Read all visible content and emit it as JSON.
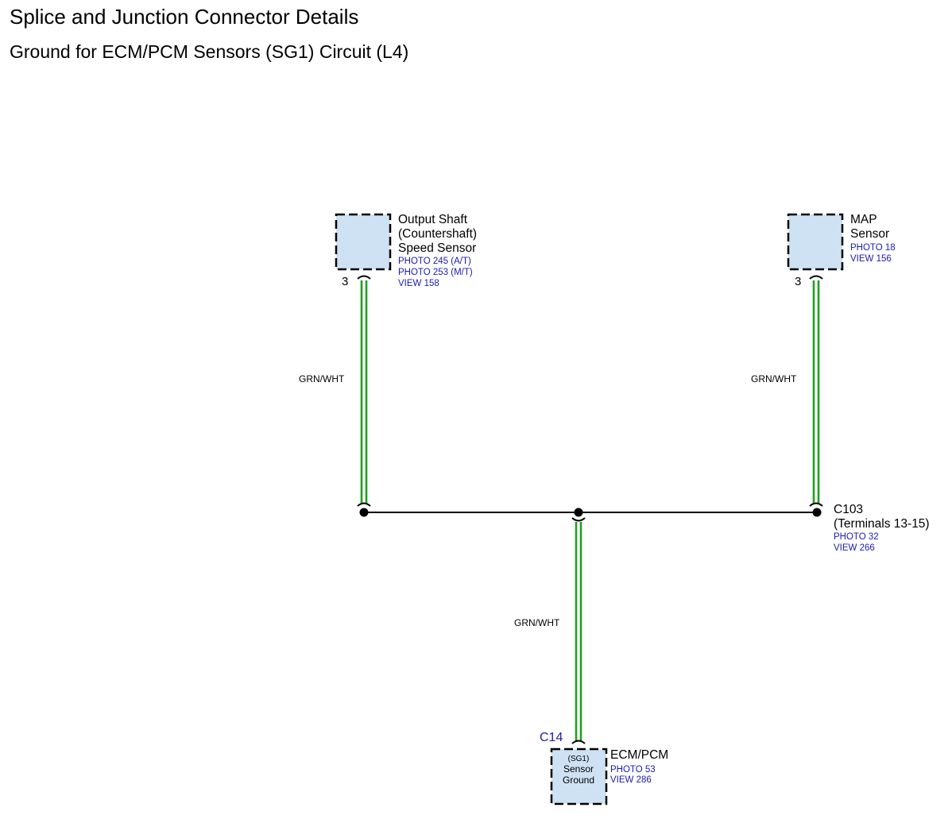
{
  "header": {
    "title": "Splice and Junction Connector Details",
    "subtitle": "Ground for ECM/PCM Sensors (SG1) Circuit (L4)"
  },
  "components": {
    "output_shaft_sensor": {
      "name_lines": [
        "Output Shaft",
        "(Countershaft)",
        "Speed Sensor"
      ],
      "refs": [
        "PHOTO 245 (A/T)",
        "PHOTO 253 (M/T)",
        "VIEW 158"
      ],
      "pin": "3"
    },
    "map_sensor": {
      "name_lines": [
        "MAP",
        "Sensor"
      ],
      "refs": [
        "PHOTO 18",
        "VIEW 156"
      ],
      "pin": "3"
    },
    "junction_c103": {
      "name_lines": [
        "C103",
        "(Terminals 13-15)"
      ],
      "refs": [
        "PHOTO 32",
        "VIEW 266"
      ]
    },
    "ecm_pcm": {
      "connector": "C14",
      "name": "ECM/PCM",
      "terminal_lines": [
        "(SG1)",
        "Sensor",
        "Ground"
      ],
      "refs": [
        "PHOTO 53",
        "VIEW 286"
      ]
    }
  },
  "wires": {
    "left": "GRN/WHT",
    "right": "GRN/WHT",
    "bottom": "GRN/WHT"
  },
  "colors": {
    "wire_green": "#1ea01e",
    "wire_stripe": "#ffffff",
    "component_fill": "#cfe2f3",
    "reference_text": "#1a1ab8"
  }
}
